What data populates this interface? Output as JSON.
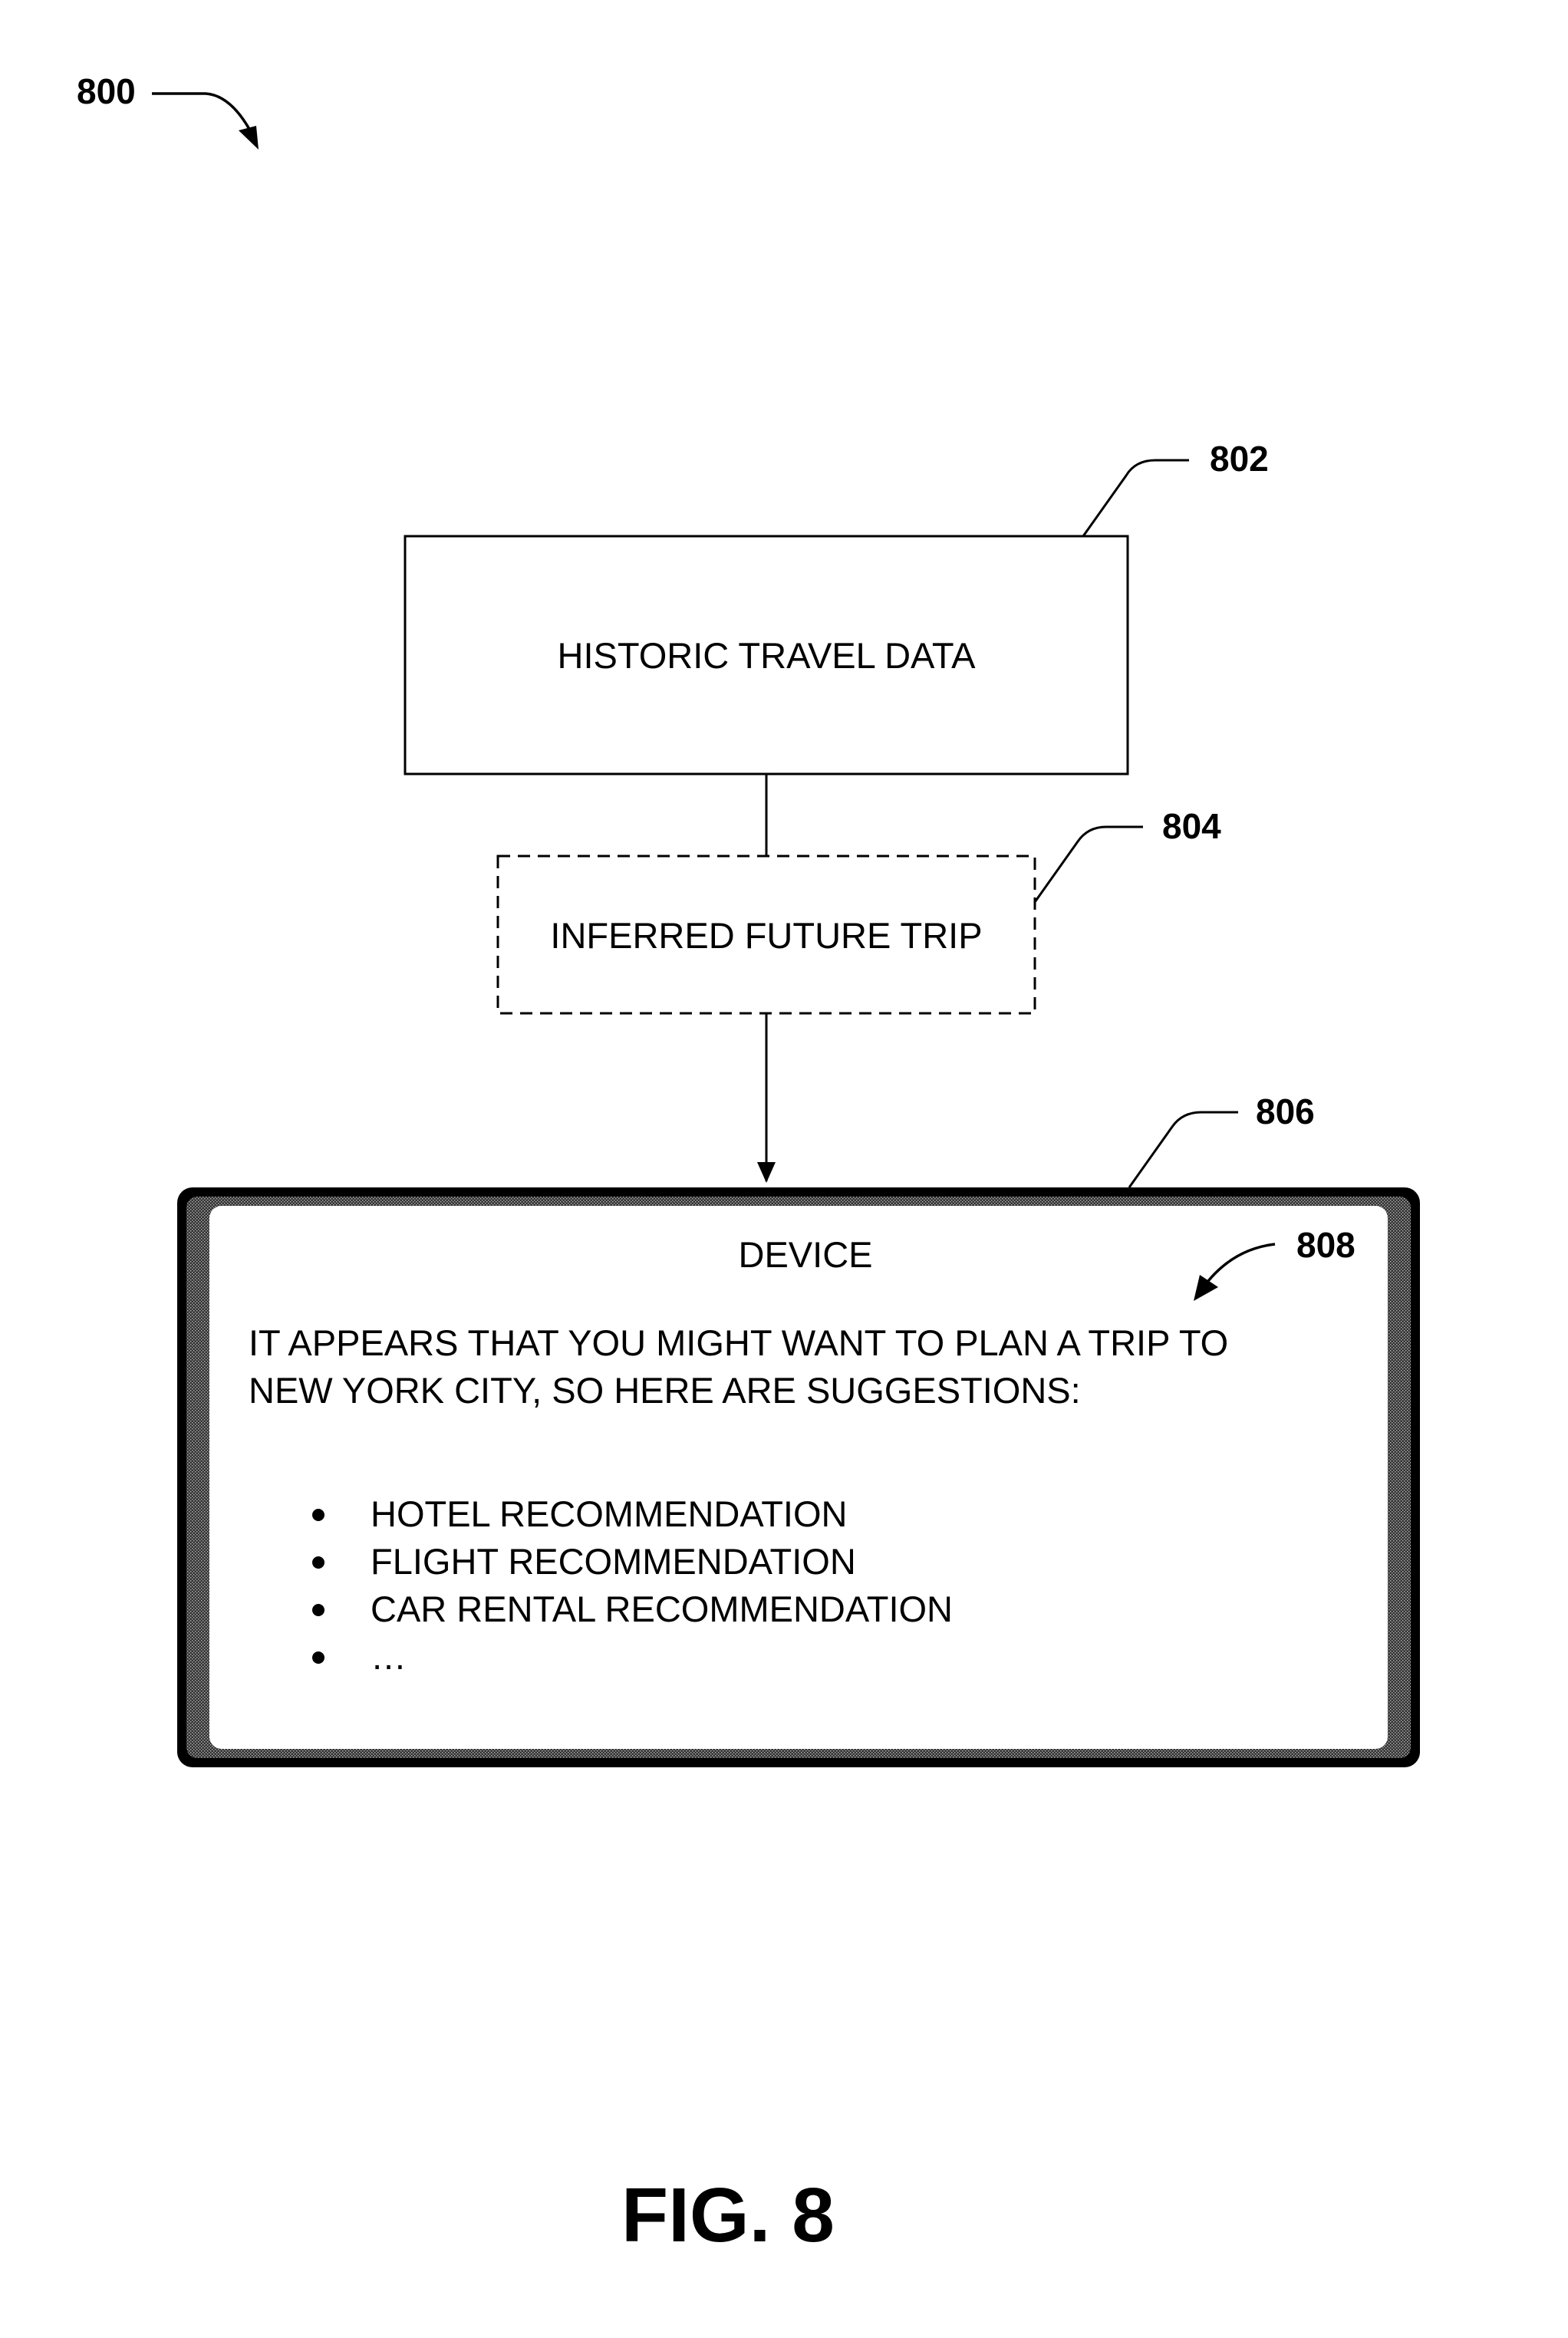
{
  "figure": {
    "ref": "800",
    "caption": "FIG. 8"
  },
  "historic_box": {
    "ref": "802",
    "label": "HISTORIC TRAVEL DATA"
  },
  "inferred_box": {
    "ref": "804",
    "label": "INFERRED FUTURE TRIP"
  },
  "device": {
    "ref": "806",
    "title": "DEVICE",
    "message_ref": "808",
    "message_line1": "IT APPEARS THAT YOU MIGHT WANT TO PLAN A TRIP TO",
    "message_line2": "NEW YORK CITY, SO HERE ARE SUGGESTIONS:",
    "suggestions": [
      "HOTEL RECOMMENDATION",
      "FLIGHT RECOMMENDATION",
      "CAR RENTAL RECOMMENDATION",
      "…"
    ]
  }
}
